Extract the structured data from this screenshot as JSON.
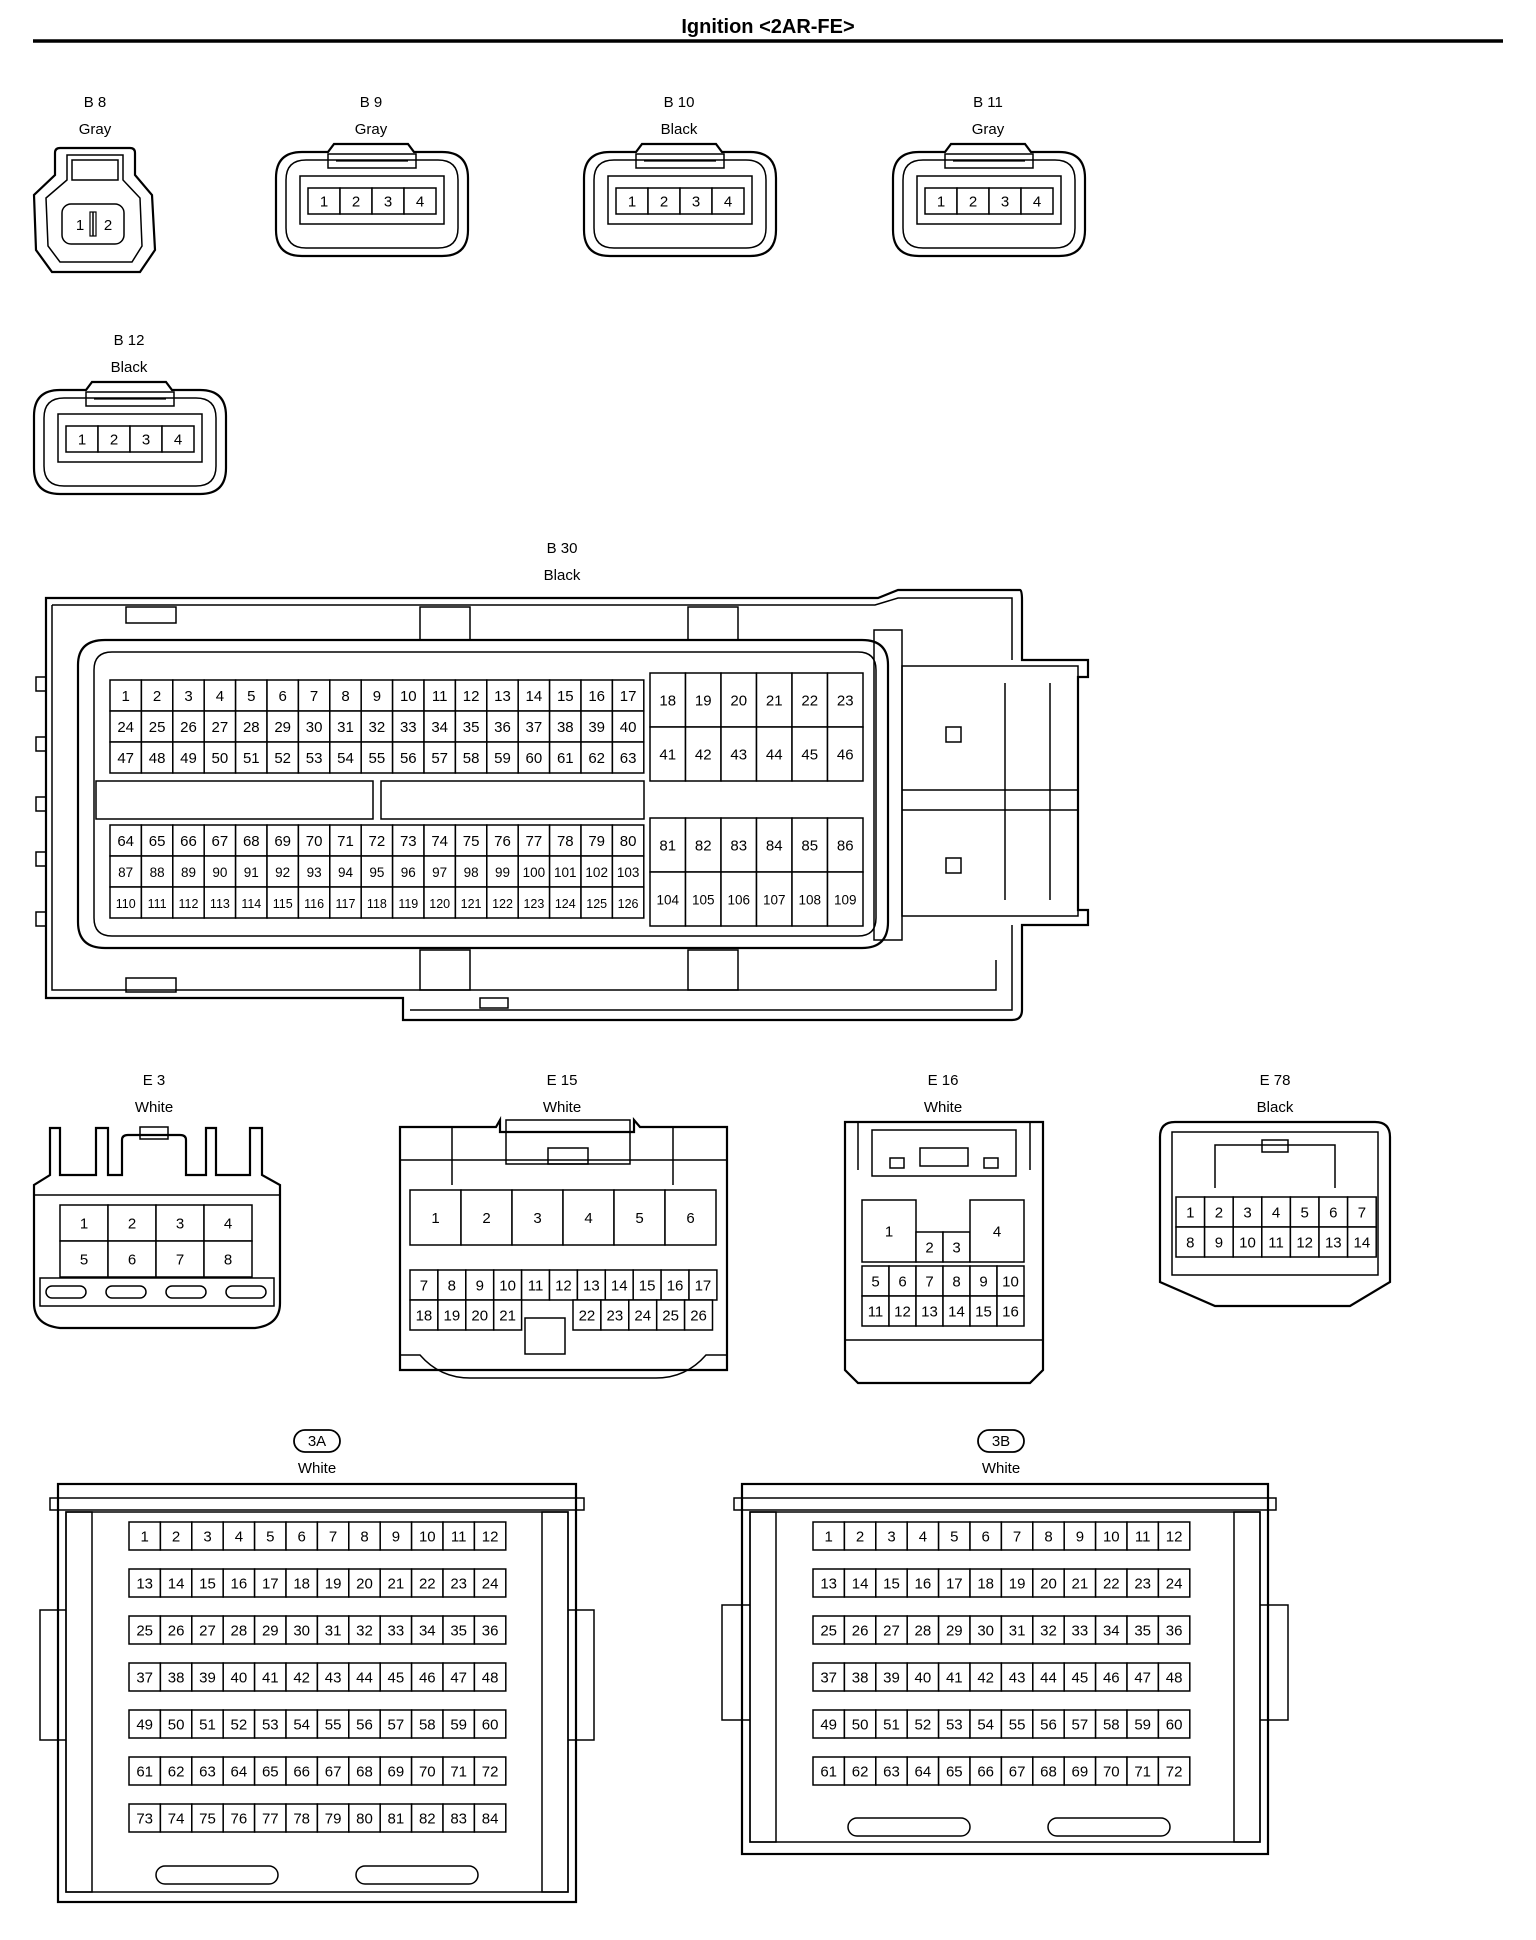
{
  "title": "Ignition <2AR-FE>",
  "connectors": [
    {
      "id": "B 8",
      "color": "Gray"
    },
    {
      "id": "B 9",
      "color": "Gray"
    },
    {
      "id": "B 10",
      "color": "Black"
    },
    {
      "id": "B 11",
      "color": "Gray"
    },
    {
      "id": "B 12",
      "color": "Black"
    },
    {
      "id": "B 30",
      "color": "Black"
    },
    {
      "id": "E 3",
      "color": "White"
    },
    {
      "id": "E 15",
      "color": "White"
    },
    {
      "id": "E 16",
      "color": "White"
    },
    {
      "id": "E 78",
      "color": "Black"
    },
    {
      "id": "3A",
      "color": "White"
    },
    {
      "id": "3B",
      "color": "White"
    }
  ],
  "pin_counts": {
    "B 8": 2,
    "B 9": 4,
    "B 10": 4,
    "B 11": 4,
    "B 12": 4,
    "B 30": 126,
    "E 3": 8,
    "E 15": 26,
    "E 16": 16,
    "E 78": 14,
    "3A": 84,
    "3B": 72
  }
}
